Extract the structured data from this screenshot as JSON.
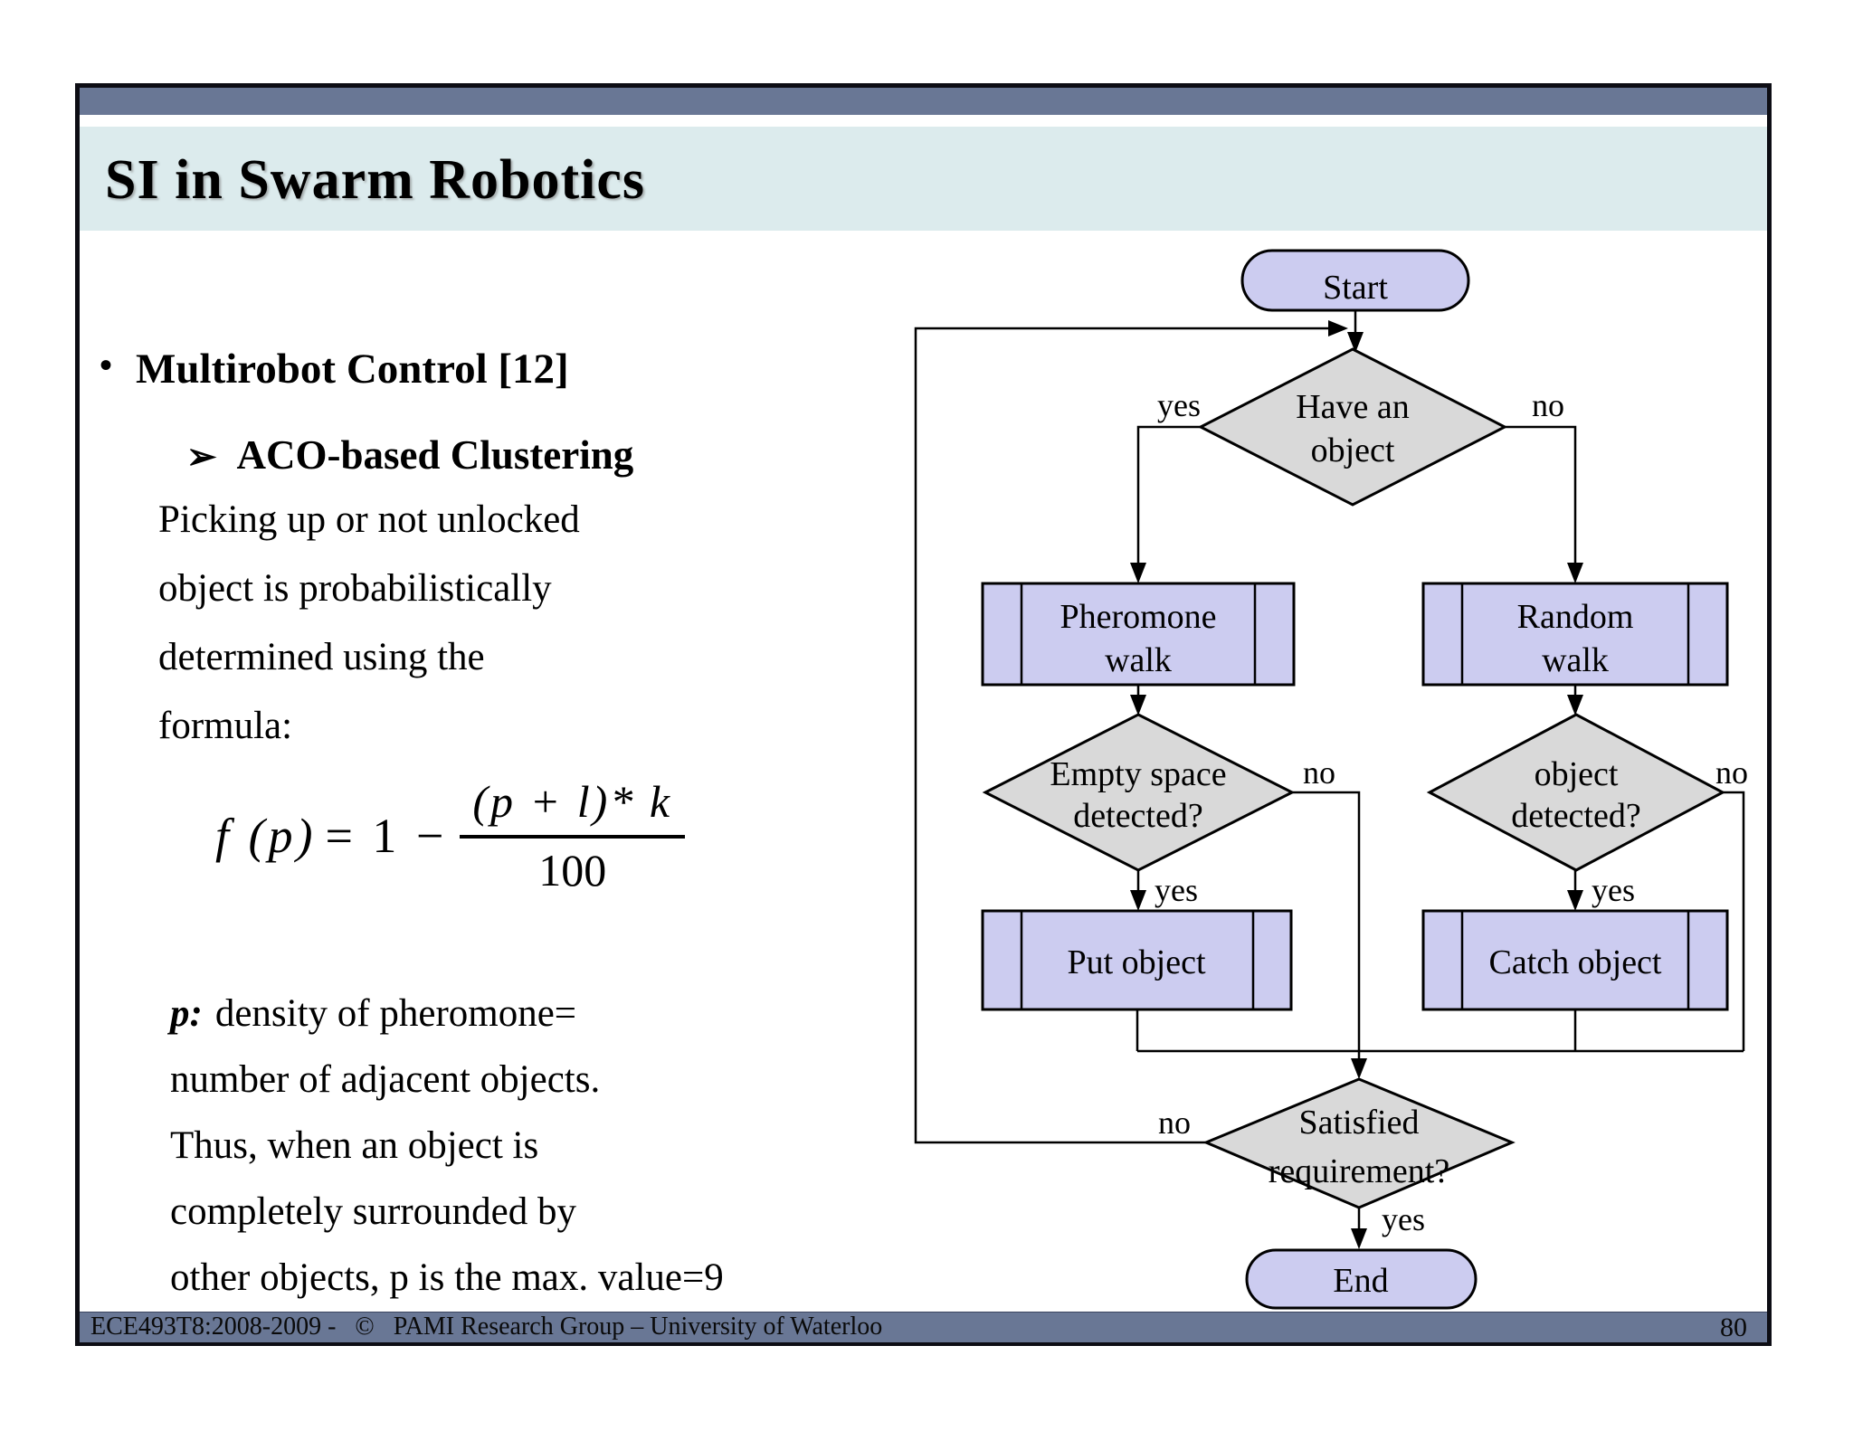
{
  "slide_title": "SI in Swarm Robotics",
  "left": {
    "bullet_marker": "•",
    "heading": "Multirobot Control [12]",
    "sub_marker": "➢",
    "subheading": "ACO-based Clustering",
    "para1": [
      "Picking up or not unlocked",
      "object is probabilistically",
      "determined using the",
      "formula:"
    ],
    "formula": {
      "fx": "f (p)",
      "eq": "= 1 −",
      "numerator": "(p + l)* k",
      "denominator": "100"
    },
    "para2_marker": "p:",
    "para2": [
      "density of pheromone=",
      "number of adjacent objects.",
      "Thus, when an object is",
      "completely surrounded by",
      "other objects, p is the max. value=9"
    ]
  },
  "flow": {
    "start": "Start",
    "have_object": [
      "Have an",
      "object"
    ],
    "pheromone_walk": [
      "Pheromone",
      "walk"
    ],
    "random_walk": [
      "Random",
      "walk"
    ],
    "empty_space": [
      "Empty space",
      "detected?"
    ],
    "object_detected": [
      "object",
      "detected?"
    ],
    "put_object": "Put object",
    "catch_object": "Catch object",
    "satisfied": [
      "Satisfied",
      "requirement?"
    ],
    "end": "End",
    "labels": {
      "yes": "yes",
      "no": "no"
    }
  },
  "footer": {
    "left": "ECE493T8:2008-2009 -   ©   PAMI Research Group – University of Waterloo",
    "page": "80"
  },
  "colors": {
    "node_fill": "#ccccf0",
    "diamond_fill": "#d9d9d9",
    "bar": "#697795",
    "title_band": "#dcebed"
  }
}
